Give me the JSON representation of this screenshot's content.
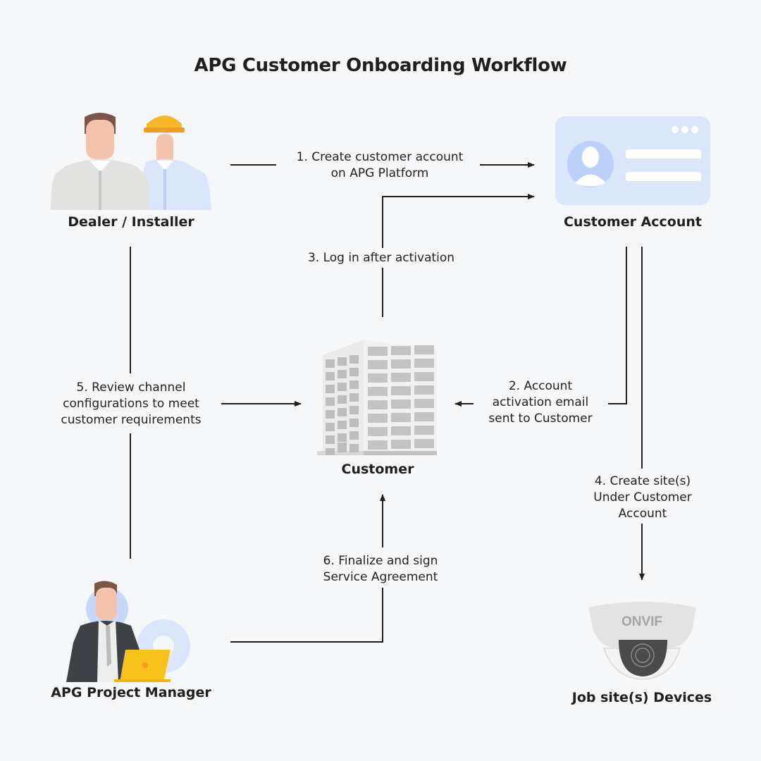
{
  "title": "APG Customer Onboarding Workflow",
  "nodes": {
    "dealer": "Dealer / Installer",
    "customer_account": "Customer Account",
    "customer": "Customer",
    "project_manager": "APG Project Manager",
    "devices": "Job site(s) Devices"
  },
  "camera_brand": "ONVIF",
  "steps": {
    "s1": [
      "1. Create customer account",
      "on APG Platform"
    ],
    "s2": [
      "2. Account",
      "activation email",
      "sent to Customer"
    ],
    "s3": [
      "3. Log in after activation"
    ],
    "s4": [
      "4. Create site(s)",
      "Under Customer",
      "Account"
    ],
    "s5": [
      "5. Review channel",
      "configurations to meet",
      "customer requirements"
    ],
    "s6": [
      "6. Finalize and sign",
      "Service Agreement"
    ]
  },
  "icons": {
    "dealer": "dealer-installer-people-icon",
    "customer_account": "account-profile-card-icon",
    "customer": "office-building-icon",
    "project_manager": "project-manager-laptop-icon",
    "devices": "dome-camera-icon"
  },
  "colors": {
    "background": "#f6f7f9",
    "line": "#1f1f1f",
    "account_card": "#dce6fb",
    "hardhat": "#f7b82a",
    "laptop": "#f8c21c"
  }
}
